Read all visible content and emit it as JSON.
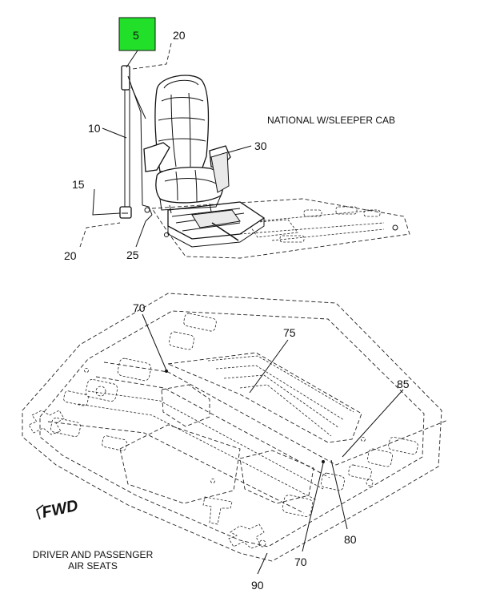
{
  "callouts": {
    "c5": "5",
    "c20_top": "20",
    "c10": "10",
    "c15": "15",
    "c20_bottom": "20",
    "c25": "25",
    "c30": "30",
    "c70_top": "70",
    "c75": "75",
    "c85": "85",
    "c80": "80",
    "c70_bottom": "70",
    "c90": "90"
  },
  "captions": {
    "top_view": "NATIONAL W/SLEEPER CAB",
    "bottom_line1": "DRIVER AND PASSENGER",
    "bottom_line2": "AIR SEATS"
  },
  "fwd_label": "FWD",
  "colors": {
    "highlight": "#22e02a",
    "ink": "#111111"
  }
}
